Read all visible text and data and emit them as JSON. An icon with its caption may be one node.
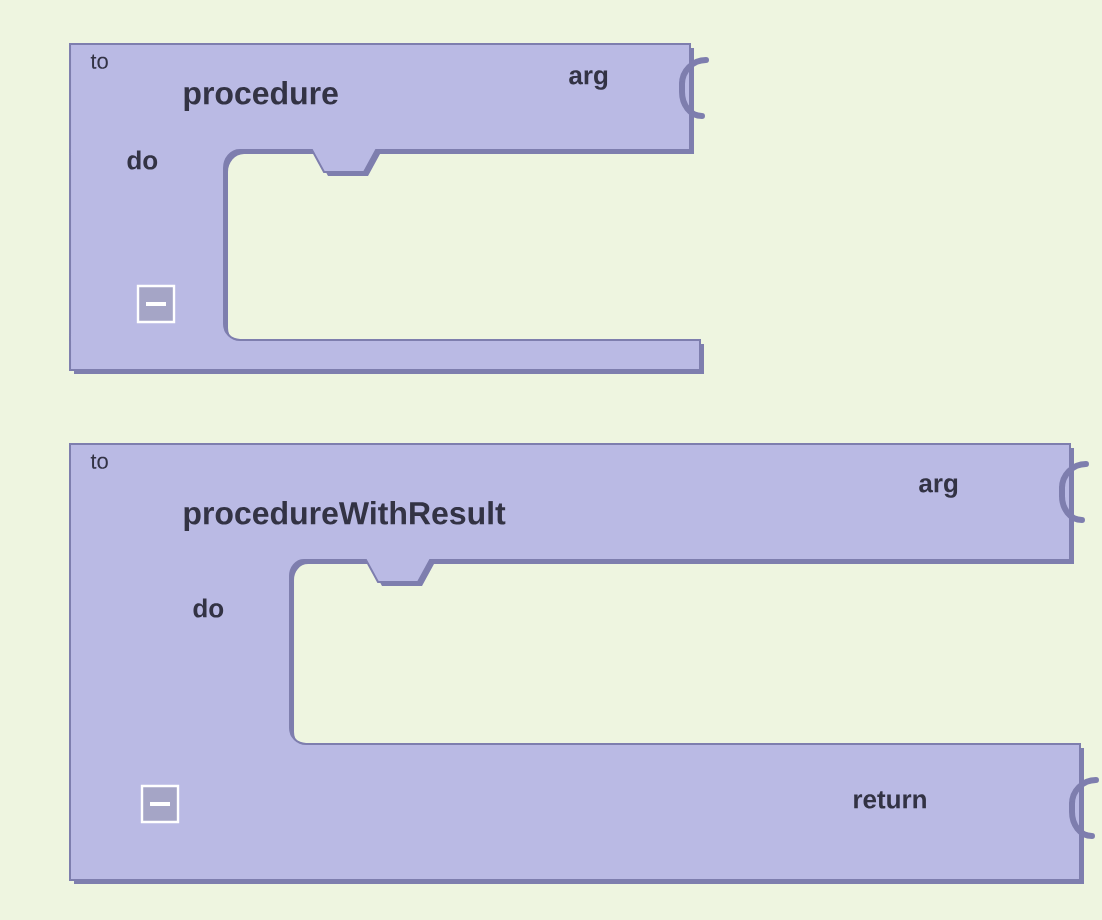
{
  "diagram": {
    "nodes": [
      {
        "text": [
          "to",
          "procedure",
          "arg",
          "do"
        ]
      },
      {
        "text": [
          "to",
          "procedureWithResult",
          "arg",
          "do",
          "return"
        ]
      }
    ]
  }
}
